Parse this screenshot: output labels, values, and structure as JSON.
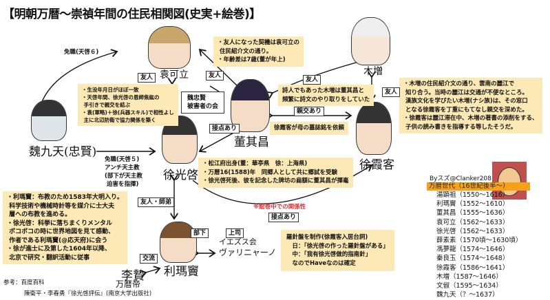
{
  "title": "【明朝万暦〜崇禎年間の住民相関図(史実+絵巻)】",
  "people": {
    "yuan": "袁可立",
    "wei": "魏九天(忠賢)",
    "xu_gq": "徐光啓",
    "dong": "董其昌",
    "mu": "木増",
    "xu_xk": "徐霞客",
    "li_md": "利瑪竇",
    "li_zhi": "李贄",
    "wanli": "万暦帝",
    "jesuit": "イエズス会",
    "valignano": "ヴァリニャーノ"
  },
  "edges": {
    "dismiss6": "免職(天啓６)",
    "yuan_xu": "友人",
    "yuan_dong": "友人",
    "mu_dong": "友人",
    "mu_xk": "友人",
    "wei_group": "魏忠賢\n被害者の会",
    "contact1": "接点あり",
    "dong_xk": "親交あり",
    "dismiss5": "免職(天啓５)\nアンチ天主教\n(部下が天主教\n 迫害を指揮)",
    "scroll_note": "※絵巻中での関係性",
    "contact2": "接点あり",
    "friend_teacher": "友人・師弟",
    "exchange": "交流",
    "subordinate": "部下",
    "superior": "上司"
  },
  "notes": {
    "yuan_dong": "・友人になった契機は袁可立の\n 住民紹介文の通り。\n・年齢差は7歳(董が年上)",
    "yuan_xu": "・生没年月日がほぼ一致\n・天啓年間、徐光啓の恩師焦紘の\n 手引きで親交を結ぶ\n・袁(軍略)＋徐(兵器スキル)で相性よし\n 主に北辺防衛で協力関係を築く",
    "mu_dong": "詩人でもあった木増は董其昌と\n頻繁に詩文のやり取りをしていた",
    "mu_xk": "・木増の住民紹介文の通り、雲南の麗江で\n 知り合う。当時の麗江は交通が不便なところ。\n 漢族文化を学びたい木増(ナシ族)は、その窓口\n となる徐霞客を丁重にもてなし親交を深めた。\n・徐霞客は麗江滞在中、木増の著書の添削をする、\n 子供の読み書きを指導する等したそうだ。",
    "dong_xk": "徐霞客が母の墓誌銘を依頼",
    "xu_dong": "・松江府出身(董：華亭県　徐：上海県)\n・万暦16(1588)年　同郷人として共に郷試を受験\n・徐光啓死後、彼を記念した牌坊の扁額に董其昌が揮毫",
    "li_xu": "・利瑪竇：布教のため1583年大明入り。\n 科学技術や機械時計等を媒介に士大夫\n 層への布教を進める。\n・徐光啓：科挙に落ちまくりメンタル\n ボコボコの時に世界地図を見て感動、\n 作者である利瑪竇(@応天府)に会う\n・徐が進士に及第した1604年以降、\n 北京で研究・翻訳活動に従事",
    "compass": "羅針盤を制作(徐霞客入居台詞)\n　日：「徐光啓の作った羅針盤がある」\n　中：「我有徐光啓做的指南針」\n　なのでHaveなのは確定"
  },
  "references": {
    "line1": "参考：百度百科",
    "line2": "陳衛平・李春勇『徐光啓評伝』(南京大学出版社)"
  },
  "credit": "Byスズ@Clanker208",
  "list": {
    "header": "万暦世代（16世紀後半〜）",
    "rows": [
      "湯顕祖（1550〜1616）",
      "利瑪竇（1552〜1610）",
      "董其昌（1555〜1636）",
      "袁可立（1562〜1633）",
      "徐光啓（1562〜1633）",
      "薛素素（1570頃〜1630頃）",
      "馮夢龍（1574〜1646）",
      "秦良玉（1574〜1648）",
      "徐霞客（1586〜1641）",
      "木増（1587〜1646）",
      "文俶（1595〜1634）",
      "魏九天（？〜1637）"
    ]
  },
  "colors": {
    "note": "#fde9b5",
    "header": "#f7a11a",
    "red": "#d33"
  }
}
